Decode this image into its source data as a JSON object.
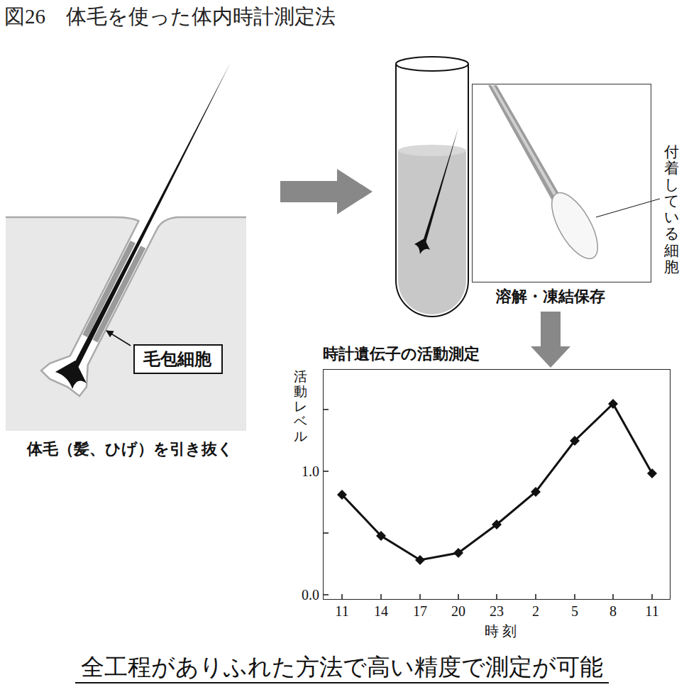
{
  "diagram": {
    "title": "図26　体毛を使った体内時計測定法",
    "caption": "全工程がありふれた方法で高い精度で測定が可能",
    "nodes": [
      {
        "text": [
          "体毛（髪、ひげ）を引き抜く"
        ]
      },
      {
        "text": [
          "毛包細胞"
        ],
        "in": 0
      },
      {
        "text": [
          "溶解・凍結保存"
        ]
      },
      {
        "text": [
          "時計遺伝子の活動測定"
        ]
      }
    ],
    "edges": [
      {
        "from": 2,
        "to": 3,
        "arrow": "to"
      }
    ],
    "labels": [
      "付着している細胞",
      "活動レベル",
      "1.0",
      "0.0",
      "11",
      "14",
      "17",
      "20",
      "23",
      "2",
      "5",
      "8",
      "11",
      "時 刻"
    ]
  }
}
